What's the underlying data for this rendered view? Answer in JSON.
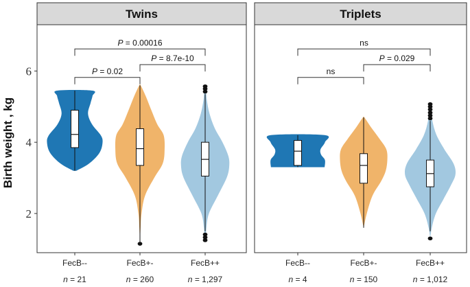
{
  "chart_data": {
    "type": "violin",
    "y_label": "Birth weight , kg",
    "y_range": [
      0.9,
      7.3
    ],
    "y_ticks": [
      2,
      4,
      6
    ],
    "colors": {
      "FecB--": "#1f77b4",
      "FecB+-": "#f0b46a",
      "FecB++": "#a2c8e0"
    },
    "panels": [
      {
        "title": "Twins",
        "groups": [
          {
            "label": "FecB--",
            "n_prefix": "n",
            "n_text": " = 21",
            "violin": [
              [
                3.2,
                0.05
              ],
              [
                3.4,
                0.45
              ],
              [
                3.7,
                0.78
              ],
              [
                4.0,
                0.88
              ],
              [
                4.2,
                0.82
              ],
              [
                4.5,
                0.55
              ],
              [
                4.8,
                0.42
              ],
              [
                5.1,
                0.5
              ],
              [
                5.3,
                0.56
              ],
              [
                5.45,
                0.56
              ]
            ],
            "box": {
              "q1": 3.85,
              "median": 4.22,
              "q3": 4.9,
              "whisker_low": 3.2,
              "whisker_high": 5.45
            },
            "outliers": []
          },
          {
            "label": "FecB+-",
            "n_prefix": "n",
            "n_text": " = 260",
            "violin": [
              [
                1.15,
                0.0
              ],
              [
                1.6,
                0.02
              ],
              [
                2.0,
                0.05
              ],
              [
                2.5,
                0.16
              ],
              [
                3.0,
                0.45
              ],
              [
                3.4,
                0.72
              ],
              [
                3.8,
                0.78
              ],
              [
                4.2,
                0.75
              ],
              [
                4.5,
                0.55
              ],
              [
                4.9,
                0.36
              ],
              [
                5.3,
                0.18
              ],
              [
                5.6,
                0.02
              ]
            ],
            "box": {
              "q1": 3.35,
              "median": 3.82,
              "q3": 4.38,
              "whisker_low": 1.15,
              "whisker_high": 5.6
            },
            "outliers": [
              1.15
            ]
          },
          {
            "label": "FecB++",
            "n_prefix": "n",
            "n_text": " = 1,297",
            "violin": [
              [
                1.25,
                0.02
              ],
              [
                1.6,
                0.04
              ],
              [
                2.0,
                0.12
              ],
              [
                2.5,
                0.4
              ],
              [
                3.0,
                0.68
              ],
              [
                3.3,
                0.76
              ],
              [
                3.6,
                0.74
              ],
              [
                4.0,
                0.55
              ],
              [
                4.4,
                0.3
              ],
              [
                4.8,
                0.14
              ],
              [
                5.2,
                0.05
              ],
              [
                5.55,
                0.02
              ]
            ],
            "box": {
              "q1": 3.05,
              "median": 3.52,
              "q3": 4.0,
              "whisker_low": 1.5,
              "whisker_high": 5.35
            },
            "outliers": [
              1.25,
              1.33,
              1.41,
              5.42,
              5.5,
              5.57
            ]
          }
        ],
        "comparisons": [
          {
            "from": 0,
            "to": 2,
            "y": 6.62,
            "prefix": "P",
            "value_text": " = 0.00016"
          },
          {
            "from": 0,
            "to": 1,
            "y": 5.82,
            "prefix": "P",
            "value_text": " = 0.02"
          },
          {
            "from": 1,
            "to": 2,
            "y": 6.18,
            "prefix": "P",
            "value_text": " = 8.7e-10"
          }
        ]
      },
      {
        "title": "Triplets",
        "groups": [
          {
            "label": "FecB--",
            "n_prefix": "n",
            "n_text": " = 4",
            "violin": [
              [
                3.3,
                0.85
              ],
              [
                3.5,
                0.86
              ],
              [
                3.65,
                0.74
              ],
              [
                3.8,
                0.72
              ],
              [
                4.0,
                0.86
              ],
              [
                4.2,
                0.85
              ]
            ],
            "box": {
              "q1": 3.35,
              "median": 3.75,
              "q3": 4.05,
              "whisker_low": 3.3,
              "whisker_high": 4.2
            },
            "outliers": []
          },
          {
            "label": "FecB+-",
            "n_prefix": "n",
            "n_text": " = 150",
            "violin": [
              [
                1.6,
                0.0
              ],
              [
                2.0,
                0.1
              ],
              [
                2.5,
                0.28
              ],
              [
                2.9,
                0.55
              ],
              [
                3.2,
                0.7
              ],
              [
                3.5,
                0.75
              ],
              [
                3.8,
                0.72
              ],
              [
                4.1,
                0.5
              ],
              [
                4.4,
                0.25
              ],
              [
                4.7,
                0.02
              ]
            ],
            "box": {
              "q1": 2.85,
              "median": 3.35,
              "q3": 3.68,
              "whisker_low": 1.6,
              "whisker_high": 4.7
            },
            "outliers": []
          },
          {
            "label": "FecB++",
            "n_prefix": "n",
            "n_text": " = 1,012",
            "violin": [
              [
                1.3,
                0.0
              ],
              [
                1.6,
                0.05
              ],
              [
                2.0,
                0.18
              ],
              [
                2.4,
                0.42
              ],
              [
                2.8,
                0.66
              ],
              [
                3.1,
                0.8
              ],
              [
                3.4,
                0.74
              ],
              [
                3.8,
                0.45
              ],
              [
                4.2,
                0.2
              ],
              [
                4.6,
                0.07
              ],
              [
                5.0,
                0.02
              ]
            ],
            "box": {
              "q1": 2.75,
              "median": 3.12,
              "q3": 3.5,
              "whisker_low": 1.5,
              "whisker_high": 4.6
            },
            "outliers": [
              1.3,
              4.67,
              4.75,
              4.83,
              4.92,
              5.0,
              5.07
            ]
          }
        ],
        "comparisons": [
          {
            "from": 0,
            "to": 2,
            "y": 6.62,
            "prefix": "",
            "value_text": "ns"
          },
          {
            "from": 0,
            "to": 1,
            "y": 5.82,
            "prefix": "",
            "value_text": "ns"
          },
          {
            "from": 1,
            "to": 2,
            "y": 6.18,
            "prefix": "P",
            "value_text": " = 0.029"
          }
        ]
      }
    ]
  }
}
